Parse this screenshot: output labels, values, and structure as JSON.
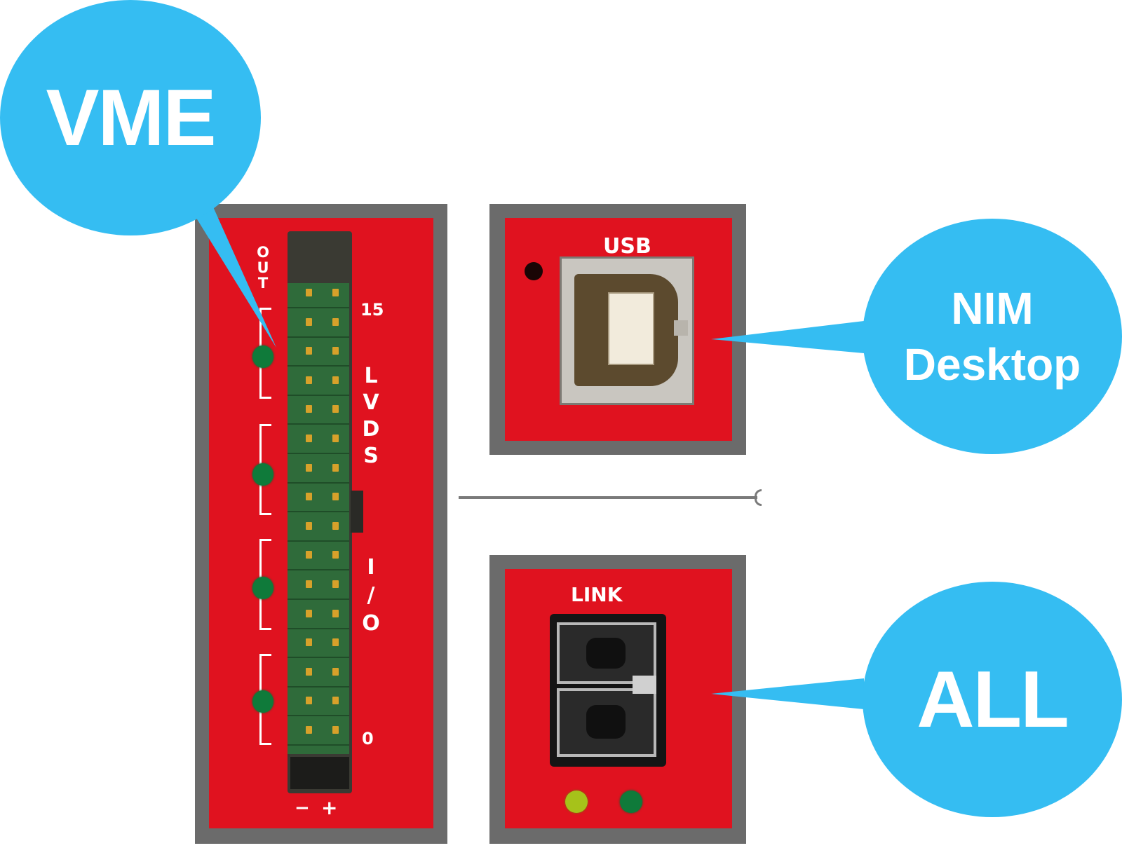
{
  "callouts": {
    "vme": "VME",
    "nim_desktop_line1": "NIM",
    "nim_desktop_line2": "Desktop",
    "all": "ALL"
  },
  "lvds_panel": {
    "out_label": "OUT",
    "top_index": "15",
    "bottom_index": "0",
    "lvds_label": [
      "L",
      "V",
      "D",
      "S"
    ],
    "io_label": [
      "I",
      "/",
      "O"
    ],
    "polarity_minus": "−",
    "polarity_plus": "+"
  },
  "usb_panel": {
    "label": "USB"
  },
  "link_panel": {
    "label": "LINK"
  },
  "colors": {
    "callout": "#35bdf2",
    "panel_red": "#e0121f",
    "frame_gray": "#6b6b6b",
    "led_green": "#0f7a3a",
    "led_yellow": "#a6c21a"
  },
  "icons": [
    "usb-b-port-icon",
    "optical-link-port-icon",
    "lvds-connector-icon"
  ]
}
